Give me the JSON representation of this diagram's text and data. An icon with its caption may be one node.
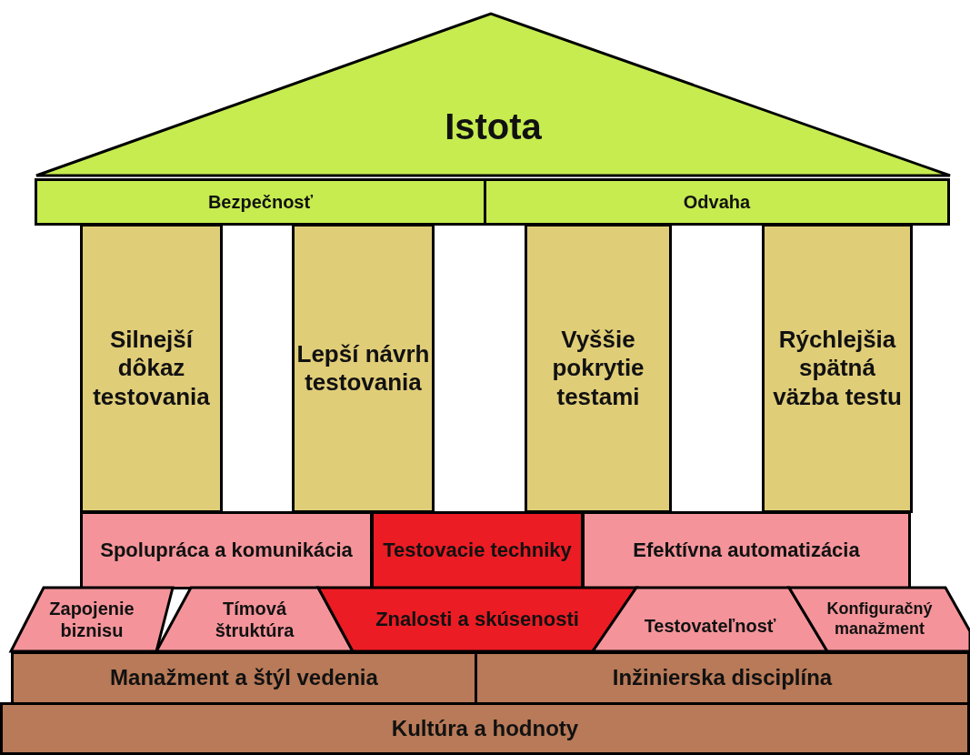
{
  "diagram": {
    "nodes": [
      {
        "text": [
          "Istota"
        ]
      },
      {
        "text": [
          "Bezpečnosť"
        ]
      },
      {
        "text": [
          "Odvaha"
        ]
      },
      {
        "text": [
          "Silnejší dôkaz testovania"
        ]
      },
      {
        "text": [
          "Lepší návrh testovania"
        ]
      },
      {
        "text": [
          "Vyššie pokrytie testami"
        ]
      },
      {
        "text": [
          "Rýchlejšia spätná väzba testu"
        ]
      },
      {
        "text": [
          "Spolupráca a komunikácia"
        ]
      },
      {
        "text": [
          "Testovacie techniky"
        ]
      },
      {
        "text": [
          "Efektívna automatizácia"
        ]
      },
      {
        "text": [
          "Zapojenie biznisu"
        ]
      },
      {
        "text": [
          "Tímová štruktúra"
        ]
      },
      {
        "text": [
          "Znalosti a skúsenosti"
        ]
      },
      {
        "text": [
          "Testovateľnosť"
        ]
      },
      {
        "text": [
          "Konfiguračný manažment"
        ]
      },
      {
        "text": [
          "Manažment a štýl vedenia"
        ]
      },
      {
        "text": [
          "Inžinierska disciplína"
        ]
      },
      {
        "text": [
          "Kultúra a hodnoty"
        ]
      }
    ]
  }
}
